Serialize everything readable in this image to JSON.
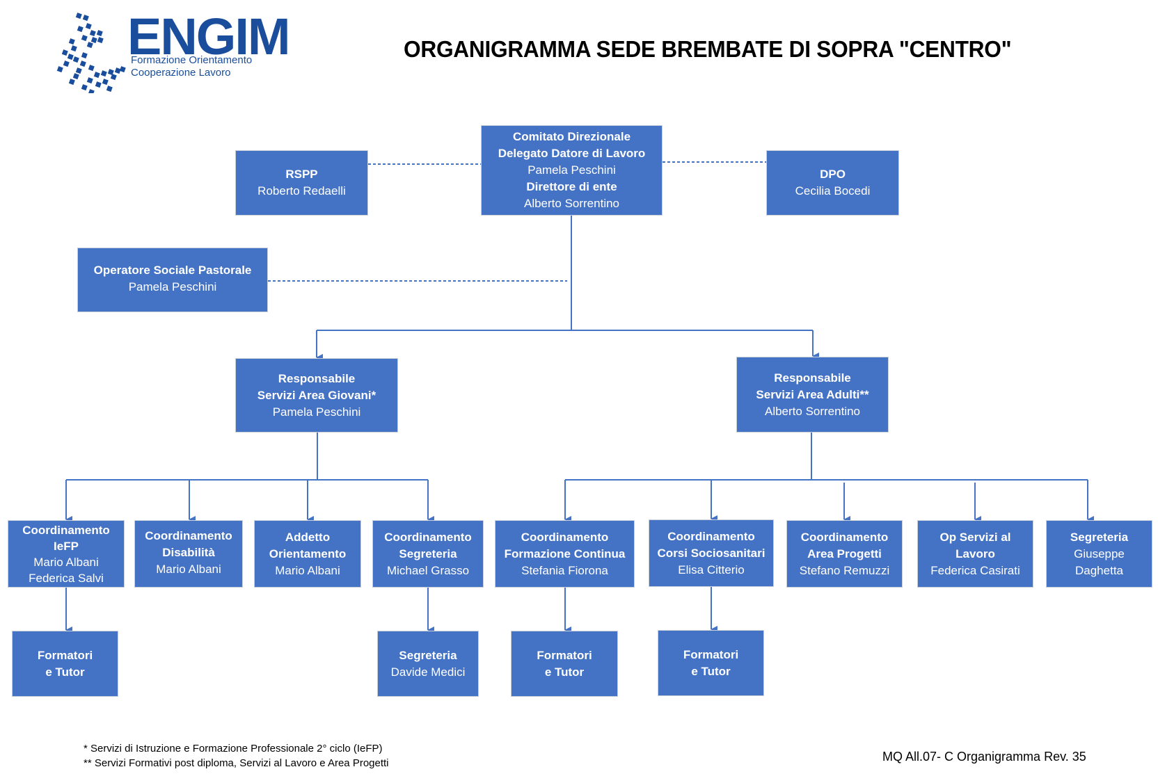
{
  "logo": {
    "word": "ENGIM",
    "line1": "Formazione Orientamento",
    "line2": "Cooperazione Lavoro",
    "color": "#1a4e9c"
  },
  "title": "ORGANIGRAMMA SEDE BREMBATE DI SOPRA \"CENTRO\"",
  "colors": {
    "box": "#4472C4",
    "connector": "#4472C4"
  },
  "nodes": {
    "comitato": {
      "lines": [
        {
          "text": "Comitato Direzionale",
          "bold": true
        },
        {
          "text": "Delegato Datore di Lavoro",
          "bold": true
        },
        {
          "text": "Pamela Peschini",
          "bold": false
        },
        {
          "text": "Direttore di ente",
          "bold": true
        },
        {
          "text": "Alberto Sorrentino",
          "bold": false
        }
      ]
    },
    "rspp": {
      "lines": [
        {
          "text": "RSPP",
          "bold": true
        },
        {
          "text": "Roberto Redaelli",
          "bold": false
        }
      ]
    },
    "dpo": {
      "lines": [
        {
          "text": "DPO",
          "bold": true
        },
        {
          "text": "Cecilia Bocedi",
          "bold": false
        }
      ]
    },
    "operatore": {
      "lines": [
        {
          "text": "Operatore Sociale Pastorale",
          "bold": true
        },
        {
          "text": "Pamela Peschini",
          "bold": false
        }
      ]
    },
    "giovani": {
      "lines": [
        {
          "text": "Responsabile",
          "bold": true
        },
        {
          "text": "Servizi Area Giovani*",
          "bold": true
        },
        {
          "text": "Pamela Peschini",
          "bold": false
        }
      ]
    },
    "adulti": {
      "lines": [
        {
          "text": "Responsabile",
          "bold": true
        },
        {
          "text": "Servizi Area Adulti**",
          "bold": true
        },
        {
          "text": "Alberto Sorrentino",
          "bold": false
        }
      ]
    },
    "iefp": {
      "lines": [
        {
          "text": "Coordinamento",
          "bold": true
        },
        {
          "text": "IeFP",
          "bold": true
        },
        {
          "text": "Mario Albani",
          "bold": false
        },
        {
          "text": "Federica Salvi",
          "bold": false
        }
      ]
    },
    "disabilita": {
      "lines": [
        {
          "text": "Coordinamento",
          "bold": true
        },
        {
          "text": "Disabilità",
          "bold": true
        },
        {
          "text": "Mario Albani",
          "bold": false
        }
      ]
    },
    "orientamento": {
      "lines": [
        {
          "text": "Addetto",
          "bold": true
        },
        {
          "text": "Orientamento",
          "bold": true
        },
        {
          "text": "Mario Albani",
          "bold": false
        }
      ]
    },
    "coord_segreteria": {
      "lines": [
        {
          "text": "Coordinamento",
          "bold": true
        },
        {
          "text": "Segreteria",
          "bold": true
        },
        {
          "text": "Michael Grasso",
          "bold": false
        }
      ]
    },
    "formazione_continua": {
      "lines": [
        {
          "text": "Coordinamento",
          "bold": true
        },
        {
          "text": "Formazione Continua",
          "bold": true
        },
        {
          "text": "Stefania Fiorona",
          "bold": false
        }
      ]
    },
    "sociosanitari": {
      "lines": [
        {
          "text": "Coordinamento",
          "bold": true
        },
        {
          "text": "Corsi Sociosanitari",
          "bold": true
        },
        {
          "text": "Elisa Citterio",
          "bold": false
        }
      ]
    },
    "area_progetti": {
      "lines": [
        {
          "text": "Coordinamento",
          "bold": true
        },
        {
          "text": "Area Progetti",
          "bold": true
        },
        {
          "text": "Stefano Remuzzi",
          "bold": false
        }
      ]
    },
    "servizi_lavoro": {
      "lines": [
        {
          "text": "Op Servizi al",
          "bold": true
        },
        {
          "text": "Lavoro",
          "bold": true
        },
        {
          "text": "Federica Casirati",
          "bold": false
        }
      ]
    },
    "segreteria_adulti": {
      "lines": [
        {
          "text": "Segreteria",
          "bold": true
        },
        {
          "text": "Giuseppe",
          "bold": false
        },
        {
          "text": "Daghetta",
          "bold": false
        }
      ]
    },
    "formatori_iefp": {
      "lines": [
        {
          "text": "Formatori",
          "bold": true
        },
        {
          "text": "e Tutor",
          "bold": true
        }
      ]
    },
    "segreteria_giovani": {
      "lines": [
        {
          "text": "Segreteria",
          "bold": true
        },
        {
          "text": "Davide Medici",
          "bold": false
        }
      ]
    },
    "formatori_fc": {
      "lines": [
        {
          "text": "Formatori",
          "bold": true
        },
        {
          "text": "e Tutor",
          "bold": true
        }
      ]
    },
    "formatori_socio": {
      "lines": [
        {
          "text": "Formatori",
          "bold": true
        },
        {
          "text": "e Tutor",
          "bold": true
        }
      ]
    }
  },
  "footer": {
    "note1": "* Servizi di Istruzione e Formazione Professionale 2° ciclo (IeFP)",
    "note2": "** Servizi Formativi post diploma, Servizi al Lavoro e Area Progetti",
    "doc_ref": "MQ All.07- C Organigramma Rev. 35"
  }
}
